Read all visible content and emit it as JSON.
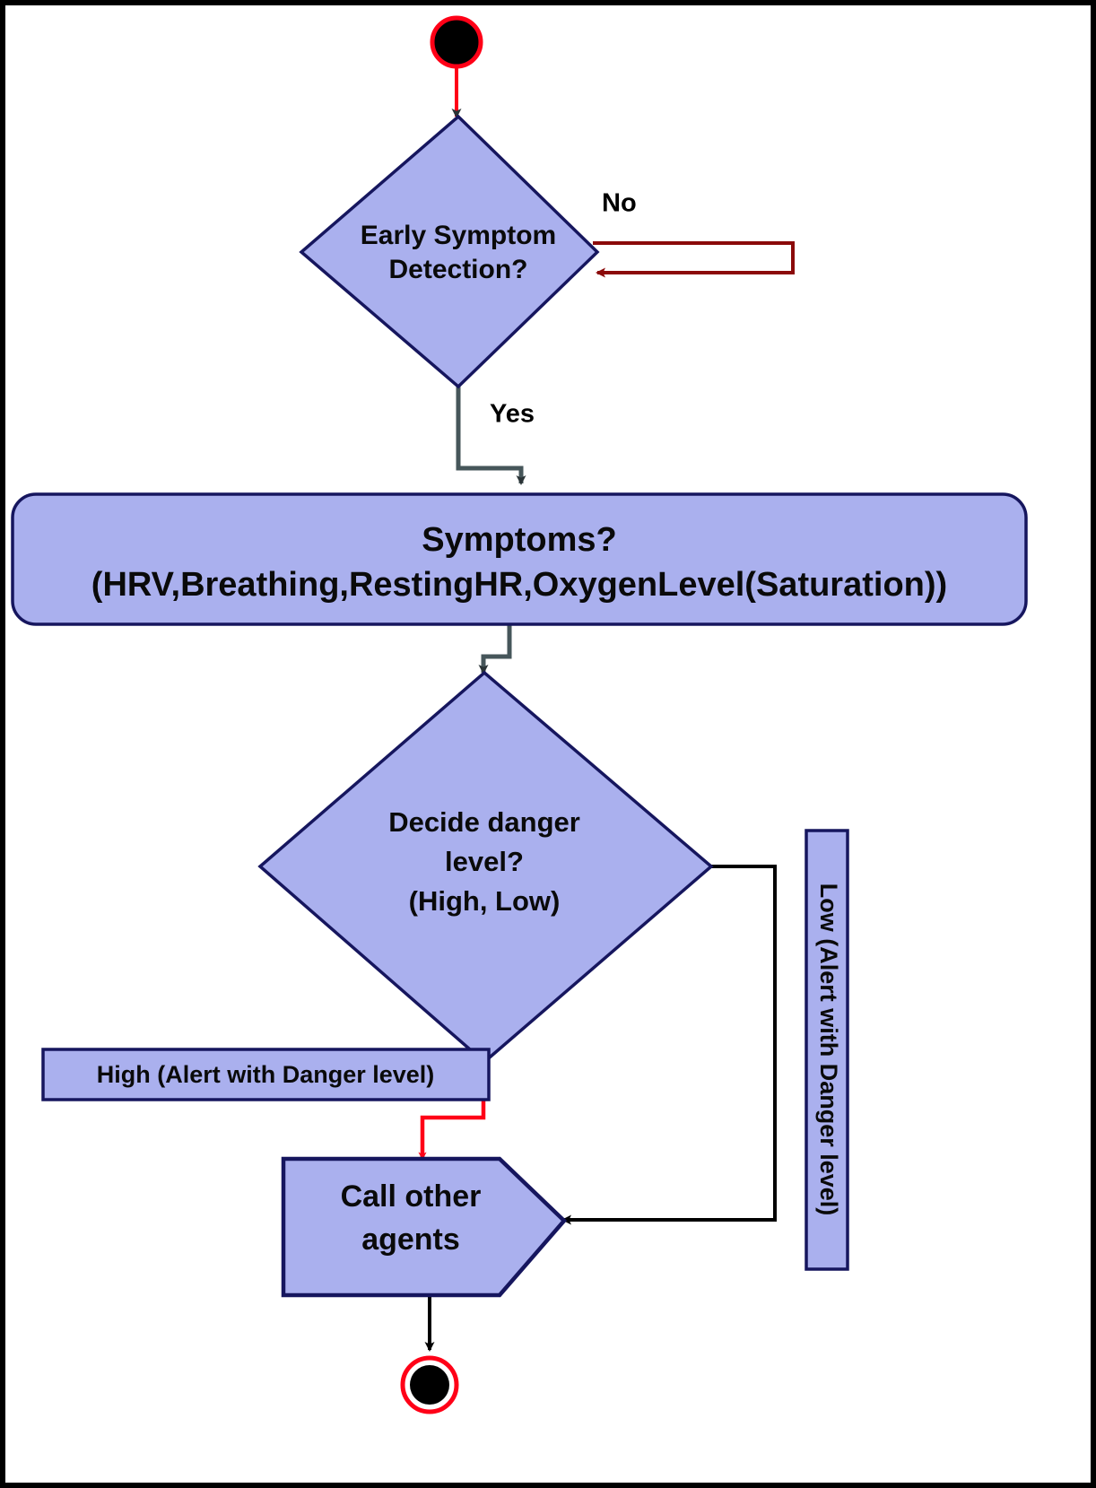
{
  "diagram": {
    "type": "uml-activity-diagram",
    "title": "Early Symptom Detection Activity Flow",
    "colors": {
      "node_fill": "#aab0ee",
      "node_border": "#16165e",
      "frame_border": "#000000",
      "text": "#0a0a0a",
      "edge_red": "#ff0017",
      "edge_dark_red": "#8b0a0a",
      "edge_black": "#000000",
      "edge_gray": "#46565a",
      "start_node_fill": "#000000",
      "start_node_ring": "#ff0017",
      "end_node_fill": "#000000",
      "end_node_ring": "#ff0017"
    },
    "nodes": [
      {
        "id": "start",
        "name": "start-node",
        "shape": "initial-node",
        "label": ""
      },
      {
        "id": "early-symptom-detection",
        "name": "decision-early-symptom-detection",
        "shape": "diamond",
        "lines": [
          "Early Symptom",
          "Detection?"
        ]
      },
      {
        "id": "symptoms",
        "name": "action-symptoms",
        "shape": "rounded-rect",
        "lines": [
          "Symptoms?",
          "(HRV,Breathing,RestingHR,OxygenLevel(Saturation))"
        ]
      },
      {
        "id": "decide-danger-level",
        "name": "decision-decide-danger-level",
        "shape": "diamond",
        "lines": [
          "Decide danger",
          "level?",
          "(High, Low)"
        ]
      },
      {
        "id": "high-alert",
        "name": "label-high-alert",
        "shape": "rect",
        "lines": [
          "High (Alert with Danger level)"
        ]
      },
      {
        "id": "low-alert",
        "name": "label-low-alert",
        "shape": "rect-vertical",
        "lines": [
          "Low (Alert with Danger level)"
        ],
        "orientation": "vertical"
      },
      {
        "id": "call-other-agents",
        "name": "action-call-other-agents",
        "shape": "hexagon-arrow",
        "lines": [
          "Call other",
          "agents"
        ]
      },
      {
        "id": "end",
        "name": "end-node",
        "shape": "final-node",
        "label": ""
      }
    ],
    "edges": [
      {
        "id": "e1",
        "name": "edge-start-to-decision",
        "from": "start",
        "to": "early-symptom-detection",
        "label": "",
        "color": "#ff0017"
      },
      {
        "id": "e2",
        "name": "edge-decision-no-loop",
        "from": "early-symptom-detection",
        "to": "early-symptom-detection",
        "label": "No",
        "color": "#8b0a0a"
      },
      {
        "id": "e3",
        "name": "edge-decision-yes",
        "from": "early-symptom-detection",
        "to": "symptoms",
        "label": "Yes",
        "color": "#46565a"
      },
      {
        "id": "e4",
        "name": "edge-symptoms-to-danger",
        "from": "symptoms",
        "to": "decide-danger-level",
        "label": "",
        "color": "#46565a"
      },
      {
        "id": "e5",
        "name": "edge-danger-to-high",
        "from": "decide-danger-level",
        "to": "high-alert",
        "label": "",
        "color": "#16165e"
      },
      {
        "id": "e6",
        "name": "edge-high-to-call-agents",
        "from": "high-alert",
        "to": "call-other-agents",
        "label": "",
        "color": "#ff0017"
      },
      {
        "id": "e7",
        "name": "edge-danger-to-low",
        "from": "decide-danger-level",
        "to": "low-alert",
        "label": "",
        "color": "#000000"
      },
      {
        "id": "e8",
        "name": "edge-low-to-call-agents",
        "from": "low-alert",
        "to": "call-other-agents",
        "label": "",
        "color": "#000000"
      },
      {
        "id": "e9",
        "name": "edge-call-agents-to-end",
        "from": "call-other-agents",
        "to": "end",
        "label": "",
        "color": "#000000"
      }
    ],
    "edge_labels": {
      "no": "No",
      "yes": "Yes"
    },
    "text": {
      "early_symptom_l1": "Early Symptom",
      "early_symptom_l2": "Detection?",
      "symptoms_l1": "Symptoms?",
      "symptoms_l2": "(HRV,Breathing,RestingHR,OxygenLevel(Saturation))",
      "danger_l1": "Decide danger",
      "danger_l2": "level?",
      "danger_l3": "(High, Low)",
      "high_alert": "High (Alert with Danger level)",
      "low_alert": "Low (Alert with Danger level)",
      "call_agents_l1": "Call other",
      "call_agents_l2": "agents"
    }
  }
}
